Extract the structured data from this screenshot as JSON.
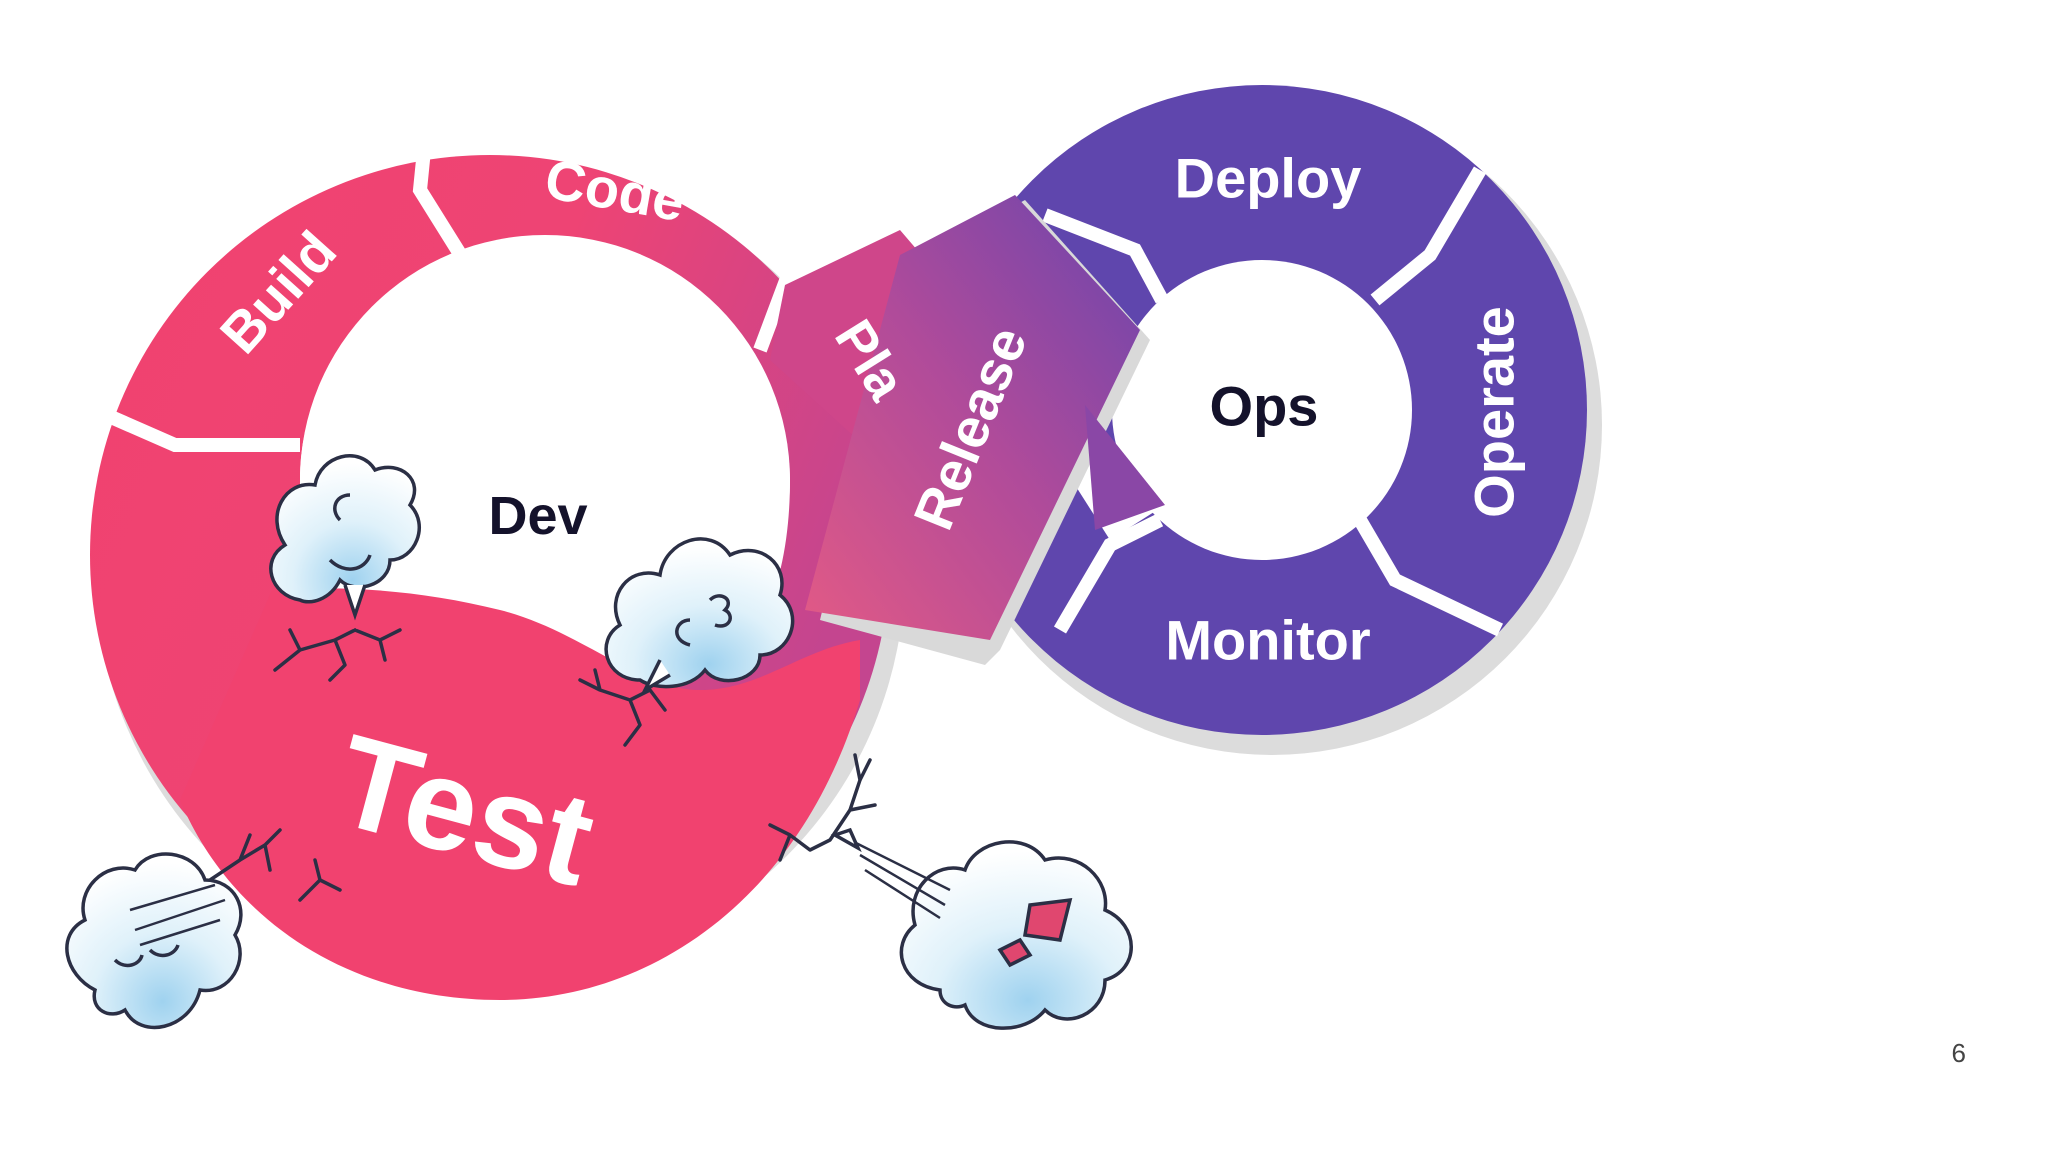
{
  "diagram": {
    "dev_loop": {
      "hub_label": "Dev",
      "segments": {
        "build": "Build",
        "code": "Code",
        "plan": "Pla",
        "test": "Test"
      }
    },
    "release_label": "Release",
    "ops_loop": {
      "hub_label": "Ops",
      "segments": {
        "deploy": "Deploy",
        "operate": "Operate",
        "monitor": "Monitor"
      }
    },
    "colors": {
      "dev": "#f1426f",
      "dev_gradient_end": "#c4458f",
      "ops": "#5f46ad",
      "release_from": "#e35a85",
      "release_to": "#6a45ad",
      "shadow": "#d9d9d9",
      "hub_text": "#14122b",
      "cloud_fill": "#ffffff",
      "cloud_tint": "#bfe2f5",
      "cloud_outline": "#2b2f45"
    }
  },
  "page_number": "6"
}
